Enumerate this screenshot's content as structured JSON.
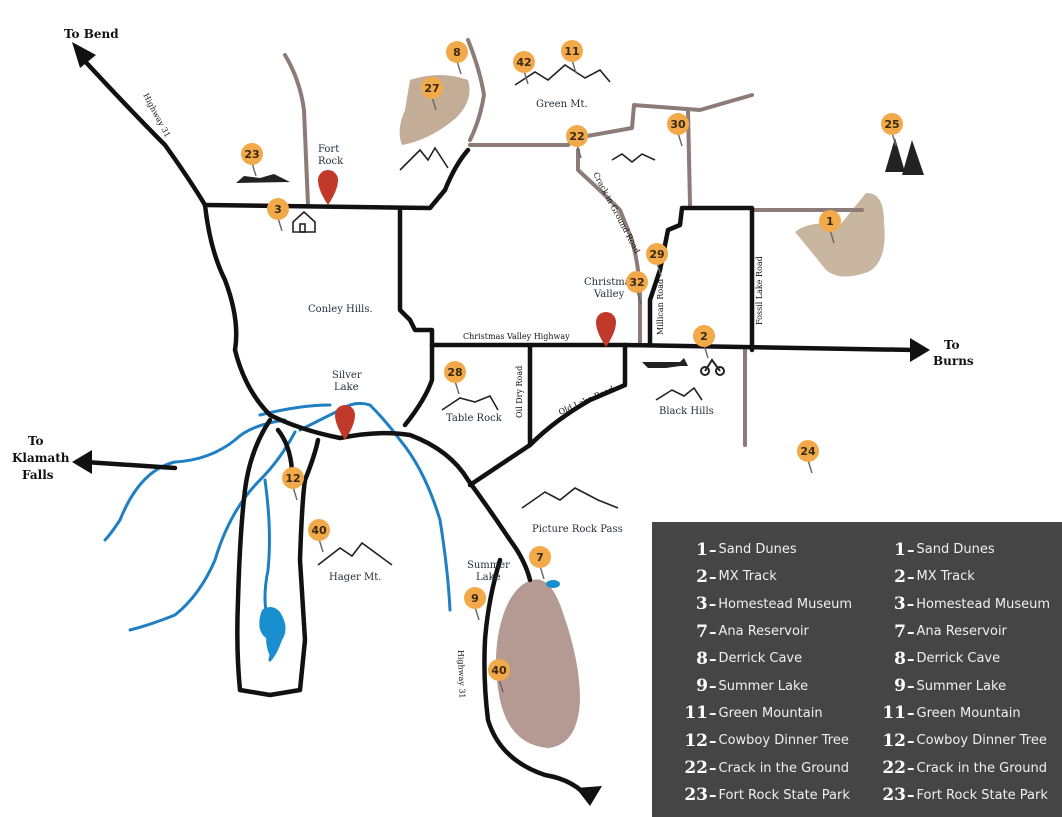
{
  "places": {
    "to_bend": "To Bend",
    "to_burns_1": "To",
    "to_burns_2": "Burns",
    "to_klamath_1": "To",
    "to_klamath_2": "Klamath",
    "to_klamath_3": "Falls",
    "fort_rock_1": "Fort",
    "fort_rock_2": "Rock",
    "christmas_valley_1": "Christmas",
    "christmas_valley_2": "Valley",
    "silver_lake_1": "Silver",
    "silver_lake_2": "Lake",
    "summer_lake_1": "Summer",
    "summer_lake_2": "Lake",
    "conley_hills": "Conley Hills.",
    "green_mt": "Green Mt.",
    "table_rock": "Table Rock",
    "black_hills": "Black Hills",
    "picture_rock_pass": "Picture Rock Pass",
    "hager_mt": "Hager Mt."
  },
  "roads": {
    "highway31_north": "Highway 31",
    "highway31_south": "Highway 31",
    "christmas_valley_highway": "Christmas Valley Highway",
    "crack_ground_road": "Crack in Ground Road",
    "millican_road": "Millican Road",
    "fossil_lake_road": "Fossil Lake Road",
    "oil_dry_road": "Oil Dry Road",
    "old_lake_road": "Old Lake Road"
  },
  "markers": [
    "8",
    "42",
    "11",
    "27",
    "22",
    "30",
    "25",
    "23",
    "3",
    "1",
    "29",
    "32",
    "2",
    "28",
    "24",
    "12",
    "40",
    "7",
    "9",
    "40"
  ],
  "legend": {
    "columns": [
      [
        {
          "num": "1",
          "name": "Sand Dunes"
        },
        {
          "num": "2",
          "name": "MX Track"
        },
        {
          "num": "3",
          "name": "Homestead Museum"
        },
        {
          "num": "7",
          "name": "Ana Reservoir"
        },
        {
          "num": "8",
          "name": "Derrick Cave"
        },
        {
          "num": "9",
          "name": "Summer Lake"
        },
        {
          "num": "11",
          "name": "Green Mountain"
        },
        {
          "num": "12",
          "name": "Cowboy Dinner Tree"
        },
        {
          "num": "22",
          "name": "Crack in the Ground"
        },
        {
          "num": "23",
          "name": "Fort Rock State Park"
        }
      ],
      [
        {
          "num": "1",
          "name": "Sand Dunes"
        },
        {
          "num": "2",
          "name": "MX Track"
        },
        {
          "num": "3",
          "name": "Homestead Museum"
        },
        {
          "num": "7",
          "name": "Ana Reservoir"
        },
        {
          "num": "8",
          "name": "Derrick Cave"
        },
        {
          "num": "9",
          "name": "Summer Lake"
        },
        {
          "num": "11",
          "name": "Green Mountain"
        },
        {
          "num": "12",
          "name": "Cowboy Dinner Tree"
        },
        {
          "num": "22",
          "name": "Crack in the Ground"
        },
        {
          "num": "23",
          "name": "Fort Rock State Park"
        }
      ]
    ]
  },
  "colors": {
    "highway": "#111111",
    "secondary_road": "#8c7b76",
    "river": "#1f7fc2",
    "lake": "#1a8fd0",
    "marker": "#f2a94a",
    "city_pin": "#c0392b",
    "dune": "#c9b6a0",
    "summer_lake": "#b49a92",
    "legend_bg": "#454545"
  }
}
